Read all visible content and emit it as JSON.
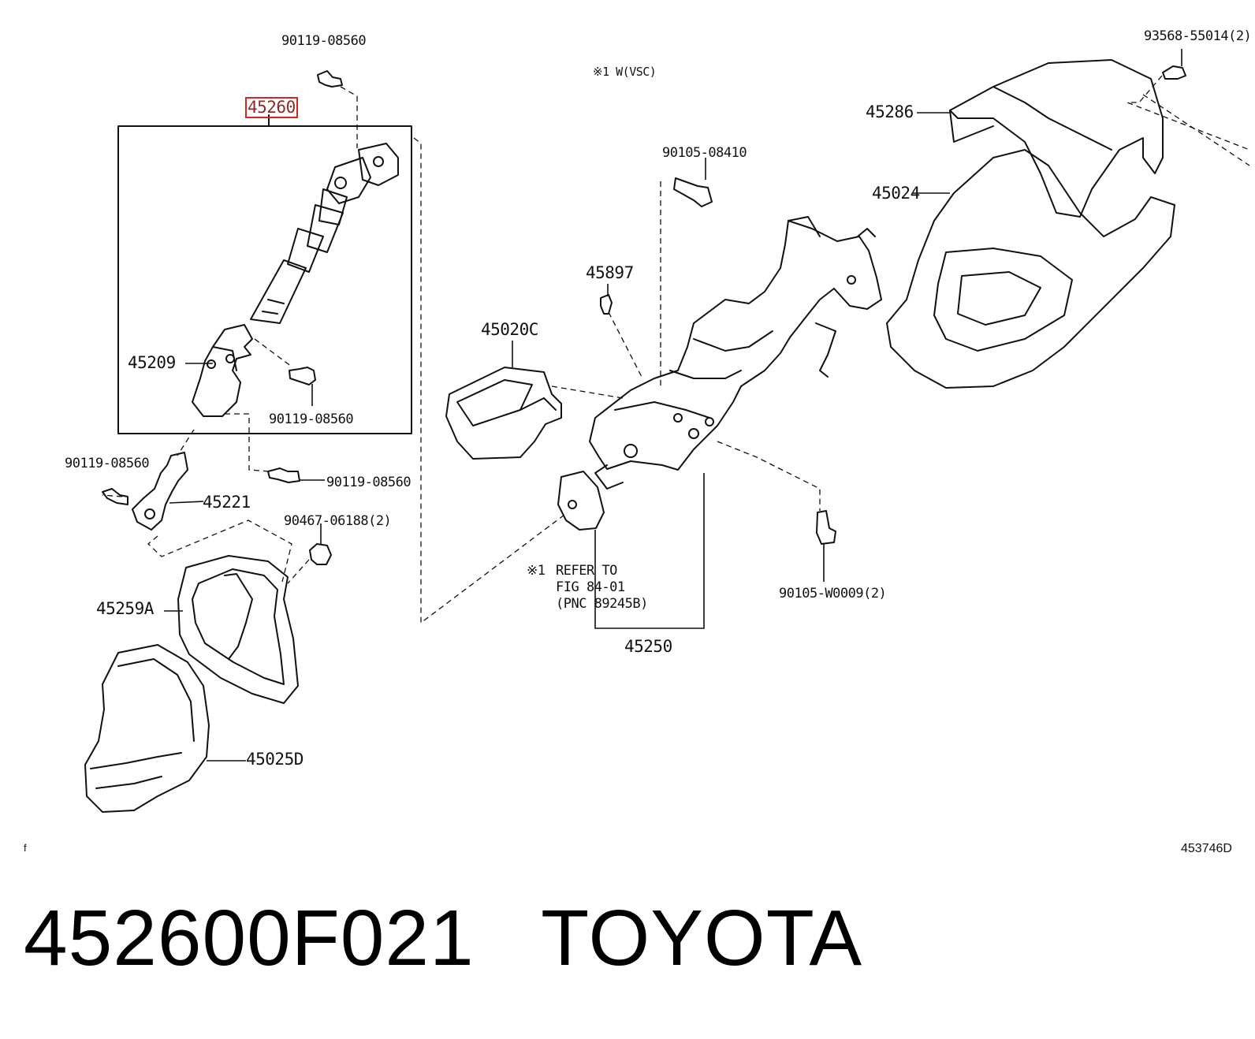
{
  "labels": {
    "p90119_top": "90119-08560",
    "p45260": "45260",
    "p45209": "45209",
    "p90119_mid": "90119-08560",
    "p90119_left": "90119-08560",
    "p90119_right": "90119-08560",
    "p45221": "45221",
    "p90467": "90467-06188(2)",
    "p45259A": "45259A",
    "p45025D": "45025D",
    "vsc_note": "※1 W(VSC)",
    "p90105_08410": "90105-08410",
    "p45897": "45897",
    "p45020C": "45020C",
    "refer_mark": "※1",
    "refer_line1": "REFER TO",
    "refer_line2": "FIG 84-01",
    "refer_line3": "(PNC 89245B)",
    "p45250": "45250",
    "p90105_W0009": "90105-W0009(2)",
    "p93568": "93568-55014(2)",
    "p45286": "45286",
    "p45024": "45024"
  },
  "corner_mark": "f",
  "figure_id": "453746D",
  "footer": {
    "part_number": "452600F021",
    "brand": "TOYOTA"
  },
  "highlighted_part": "45260"
}
